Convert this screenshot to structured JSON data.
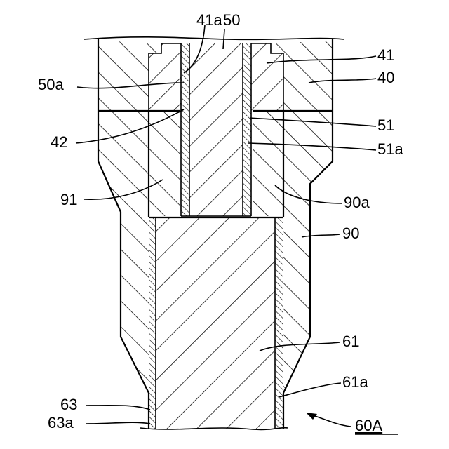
{
  "figure_label": "60A",
  "labels": {
    "l41a": "41a",
    "l50": "50",
    "l41": "41",
    "l40": "40",
    "l50a": "50a",
    "l51": "51",
    "l42": "42",
    "l51a": "51a",
    "l91": "91",
    "l90a": "90a",
    "l90": "90",
    "l61": "61",
    "l61a": "61a",
    "l63": "63",
    "l63a": "63a"
  }
}
